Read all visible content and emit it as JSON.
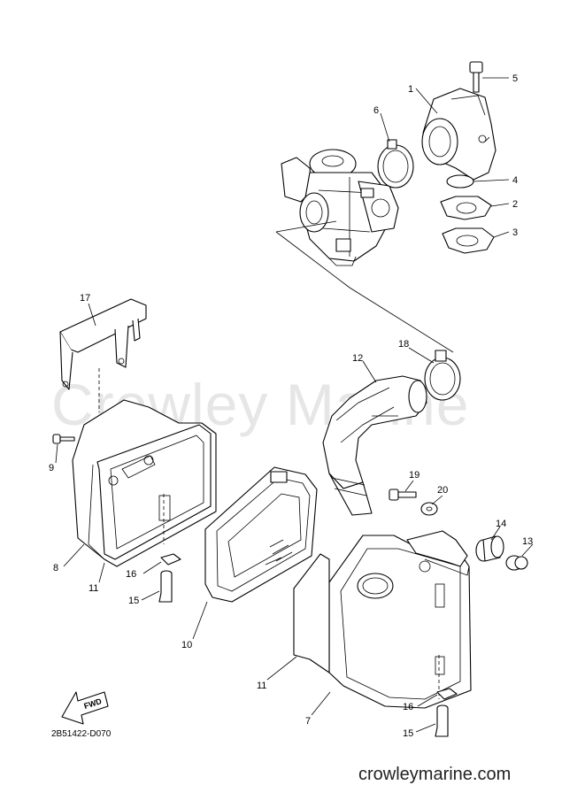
{
  "watermark": "Crowley Marine",
  "diagram_code": "2B51422-D070",
  "website": "crowleymarine.com",
  "fwd_label": "FWD",
  "callouts": [
    {
      "id": "c1",
      "label": "1"
    },
    {
      "id": "c2",
      "label": "2"
    },
    {
      "id": "c3",
      "label": "3"
    },
    {
      "id": "c4",
      "label": "4"
    },
    {
      "id": "c5",
      "label": "5"
    },
    {
      "id": "c6",
      "label": "6"
    },
    {
      "id": "c7",
      "label": "7"
    },
    {
      "id": "c8",
      "label": "8"
    },
    {
      "id": "c9",
      "label": "9"
    },
    {
      "id": "c10",
      "label": "10"
    },
    {
      "id": "c11a",
      "label": "11"
    },
    {
      "id": "c11b",
      "label": "11"
    },
    {
      "id": "c12",
      "label": "12"
    },
    {
      "id": "c13",
      "label": "13"
    },
    {
      "id": "c14",
      "label": "14"
    },
    {
      "id": "c15a",
      "label": "15"
    },
    {
      "id": "c15b",
      "label": "15"
    },
    {
      "id": "c16a",
      "label": "16"
    },
    {
      "id": "c16b",
      "label": "16"
    },
    {
      "id": "c17",
      "label": "17"
    },
    {
      "id": "c18",
      "label": "18"
    },
    {
      "id": "c19",
      "label": "19"
    },
    {
      "id": "c20",
      "label": "20"
    }
  ]
}
